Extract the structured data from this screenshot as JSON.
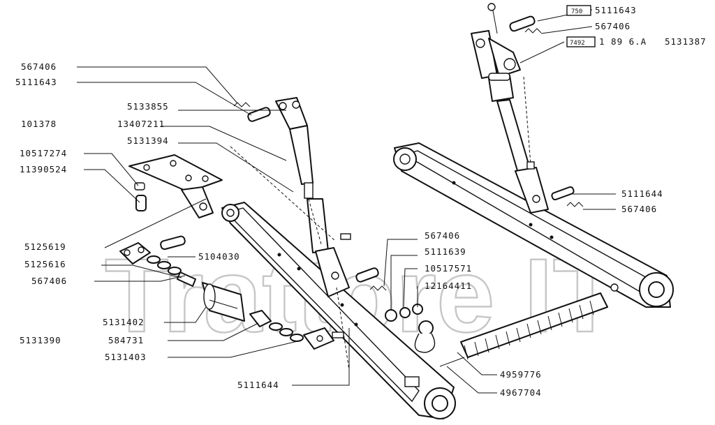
{
  "watermark": "Trattore IT",
  "labels": {
    "l_567406_a": "567406",
    "l_5111643_a": "5111643",
    "l_5133855": "5133855",
    "l_101378": "101378",
    "l_13407211": "13407211",
    "l_5131394": "5131394",
    "l_10517274": "10517274",
    "l_11390524": "11390524",
    "l_5125619": "5125619",
    "l_5125616": "5125616",
    "l_567406_b": "567406",
    "l_5104030": "5104030",
    "l_5131402": "5131402",
    "l_5131390": "5131390",
    "l_584731": "584731",
    "l_5131403": "5131403",
    "l_5111644_a": "5111644",
    "l_567406_c": "567406",
    "l_5111639": "5111639",
    "l_10517571": "10517571",
    "l_12164411": "12164411",
    "l_4959776": "4959776",
    "l_4967704": "4967704",
    "l_5111644_b": "5111644",
    "l_567406_d": "567406",
    "l_5111643_b": "5111643",
    "l_567406_e": "567406",
    "l_1896A": "1 89 6.A",
    "l_5131387": "5131387"
  },
  "boxes": {
    "b_750": "750",
    "b_7492": "7492"
  }
}
